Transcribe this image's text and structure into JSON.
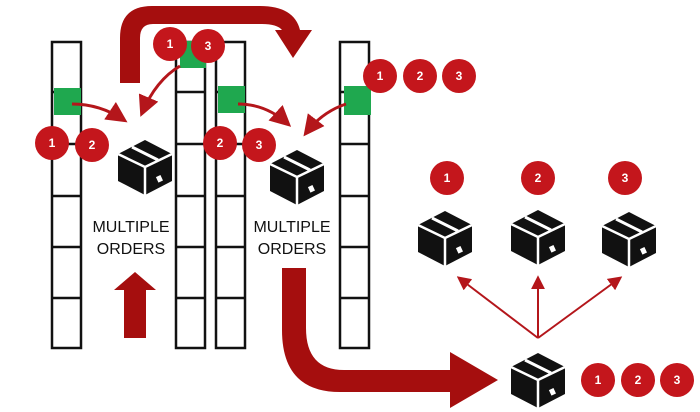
{
  "labels": {
    "left_line1": "MULTIPLE",
    "left_line2": "ORDERS",
    "right_line1": "MULTIPLE",
    "right_line2": "ORDERS"
  },
  "badges": {
    "top_left": [
      "1",
      "3"
    ],
    "top_right": [
      "1",
      "2",
      "3"
    ],
    "left_side": [
      "1",
      "2"
    ],
    "middle_side": [
      "2",
      "3"
    ],
    "final": [
      "1",
      "2",
      "3"
    ],
    "split_1": "1",
    "split_2": "2",
    "split_3": "3"
  },
  "colors": {
    "dark_red": "#a50e0e",
    "badge_red": "#c4161c",
    "slot_green": "#1fa84f",
    "box_black": "#111111",
    "thin_arrow": "#b4161b"
  },
  "icons": {
    "box": "package-box-icon",
    "bin": "green-bin-icon"
  }
}
